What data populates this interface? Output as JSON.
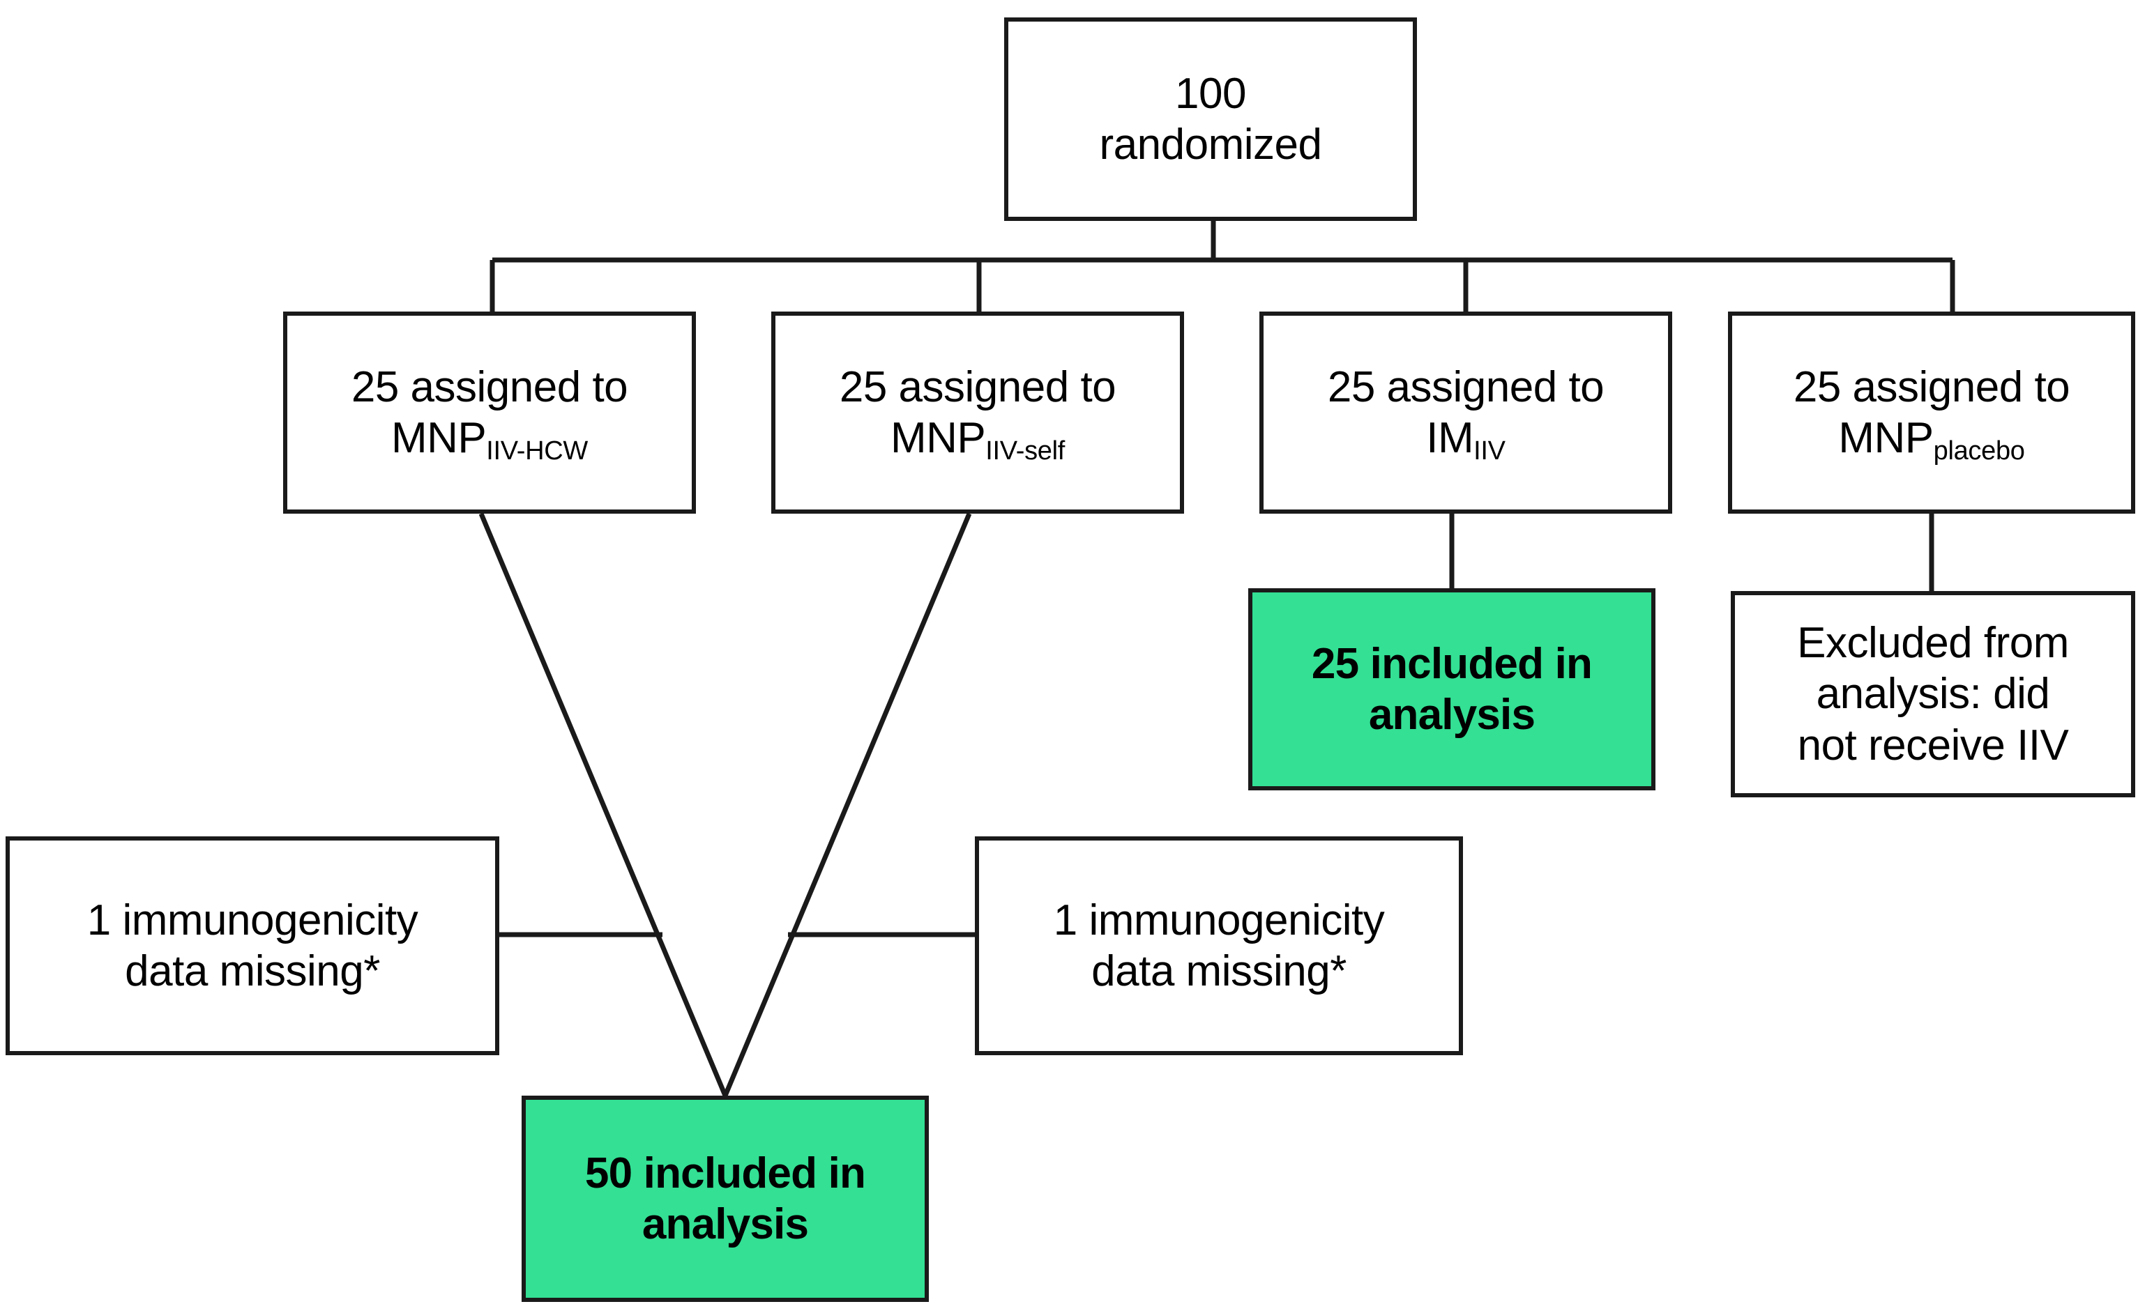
{
  "diagram": {
    "type": "consort-flow-diagram",
    "colors": {
      "box_border": "#1a1a1a",
      "box_fill": "#ffffff",
      "highlight_fill": "#33E094",
      "connector": "#1a1a1a",
      "text": "#000000"
    },
    "nodes": {
      "root": {
        "line1": "100",
        "line2": "randomized",
        "highlighted": false
      },
      "arm_mnp_iiv_hcw": {
        "line1": "25 assigned to",
        "line2_main": "MNP",
        "line2_sub": "IIV-HCW",
        "highlighted": false
      },
      "arm_mnp_iiv_self": {
        "line1": "25 assigned to",
        "line2_main": "MNP",
        "line2_sub": "IIV-self",
        "highlighted": false
      },
      "arm_im_iiv": {
        "line1": "25 assigned to",
        "line2_main": "IM",
        "line2_sub": "IIV",
        "highlighted": false
      },
      "arm_mnp_placebo": {
        "line1": "25 assigned to",
        "line2_main": "MNP",
        "line2_sub": "placebo",
        "highlighted": false
      },
      "included_25": {
        "line1": "25 included in",
        "line2": "analysis",
        "highlighted": true
      },
      "excluded": {
        "line1": "Excluded from",
        "line2": "analysis: did",
        "line3": "not receive IIV",
        "highlighted": false
      },
      "missing_left": {
        "line1": "1 immunogenicity",
        "line2": "data missing*",
        "highlighted": false
      },
      "missing_right": {
        "line1": "1 immunogenicity",
        "line2": "data missing*",
        "highlighted": false
      },
      "included_50": {
        "line1": "50 included in",
        "line2": "analysis",
        "highlighted": true
      }
    },
    "edges": [
      {
        "from": "root",
        "to": "arm_mnp_iiv_hcw",
        "style": "orthogonal"
      },
      {
        "from": "root",
        "to": "arm_mnp_iiv_self",
        "style": "orthogonal"
      },
      {
        "from": "root",
        "to": "arm_im_iiv",
        "style": "orthogonal"
      },
      {
        "from": "root",
        "to": "arm_mnp_placebo",
        "style": "orthogonal"
      },
      {
        "from": "arm_im_iiv",
        "to": "included_25",
        "style": "vertical"
      },
      {
        "from": "arm_mnp_placebo",
        "to": "excluded",
        "style": "vertical"
      },
      {
        "from": "arm_mnp_iiv_hcw",
        "to": "included_50",
        "style": "diagonal"
      },
      {
        "from": "arm_mnp_iiv_self",
        "to": "included_50",
        "style": "diagonal"
      },
      {
        "from": "missing_left",
        "to": "diagonal_left",
        "style": "horizontal"
      },
      {
        "from": "missing_right",
        "to": "diagonal_right",
        "style": "horizontal"
      }
    ]
  }
}
